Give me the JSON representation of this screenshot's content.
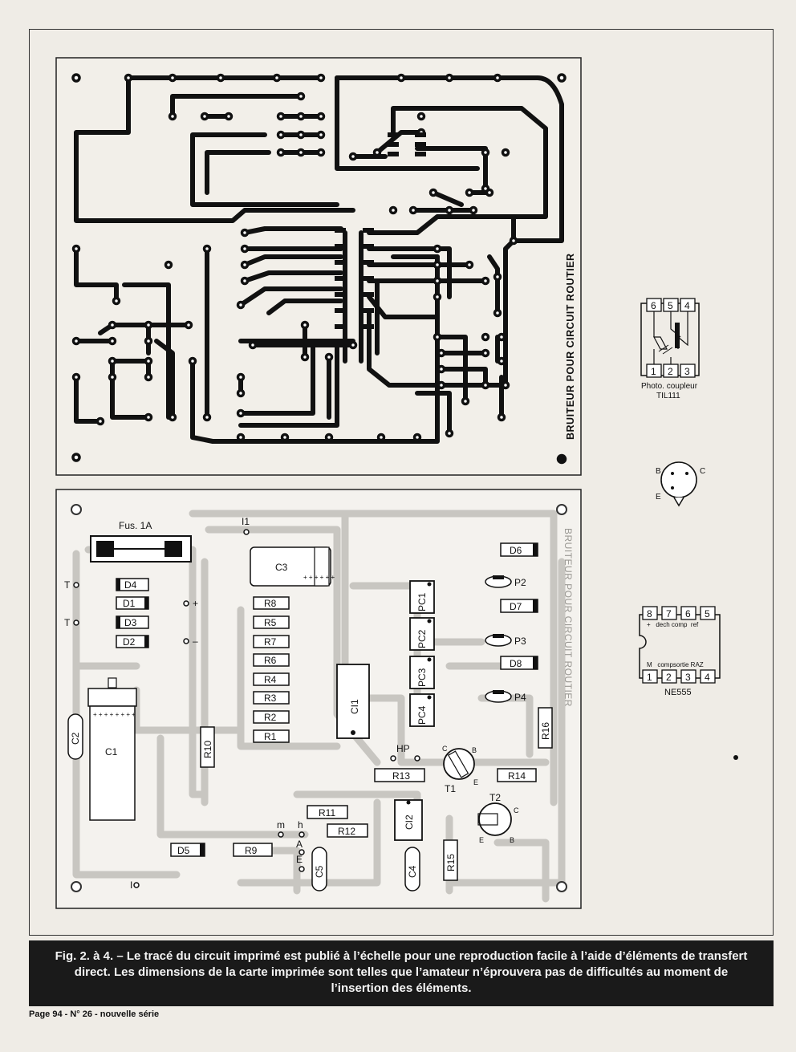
{
  "pcb": {
    "board_title": "BRUITEUR POUR CIRCUIT ROUTIER"
  },
  "layout": {
    "mirror_title": "BRUITEUR POUR CIRCUIT ROUTIER",
    "fuse": "Fus. 1A",
    "terminals": [
      "T",
      "T",
      "+",
      "–",
      "I1",
      "HP",
      "m",
      "h",
      "A",
      "E",
      "I"
    ],
    "diodes": [
      "D4",
      "D1",
      "D3",
      "D2",
      "D5",
      "D6",
      "D7",
      "D8"
    ],
    "resistors": [
      "R8",
      "R5",
      "R7",
      "R6",
      "R4",
      "R3",
      "R2",
      "R1",
      "R10",
      "R13",
      "R14",
      "R11",
      "R12",
      "R9",
      "R15",
      "R16"
    ],
    "capacitors": [
      "C1",
      "C2",
      "C3",
      "C4",
      "C5"
    ],
    "ics": [
      "CI1",
      "CI2",
      "PC1",
      "PC2",
      "PC3",
      "PC4"
    ],
    "pots": [
      "P2",
      "P3",
      "P4"
    ],
    "transistors": [
      "T1",
      "T2"
    ],
    "t1_pins": [
      "C",
      "B",
      "E"
    ],
    "t2_pins": [
      "C",
      "E",
      "B"
    ]
  },
  "photocoupler": {
    "top_pins": [
      "6",
      "5",
      "4"
    ],
    "bottom_pins": [
      "1",
      "2",
      "3"
    ],
    "label_line1": "Photo. coupleur",
    "label_line2": "TIL111"
  },
  "transistor_pinout": {
    "pins": [
      "B",
      "C",
      "E"
    ]
  },
  "ne555": {
    "top_pins": [
      "8",
      "7",
      "6",
      "5"
    ],
    "bottom_pins": [
      "1",
      "2",
      "3",
      "4"
    ],
    "top_text": "+   dech comp  ref",
    "bottom_text": "M   compsortie RAZ",
    "label": "NE555"
  },
  "caption": "Fig. 2. à 4. – Le tracé du circuit imprimé est publié à l’échelle pour une reproduction facile à l’aide d’éléments de transfert direct. Les dimensions de la carte imprimée sont telles que l’amateur n’éprouvera pas de difficultés au moment de l’insertion des éléments.",
  "footer": "Page 94 - N° 26 - nouvelle série"
}
